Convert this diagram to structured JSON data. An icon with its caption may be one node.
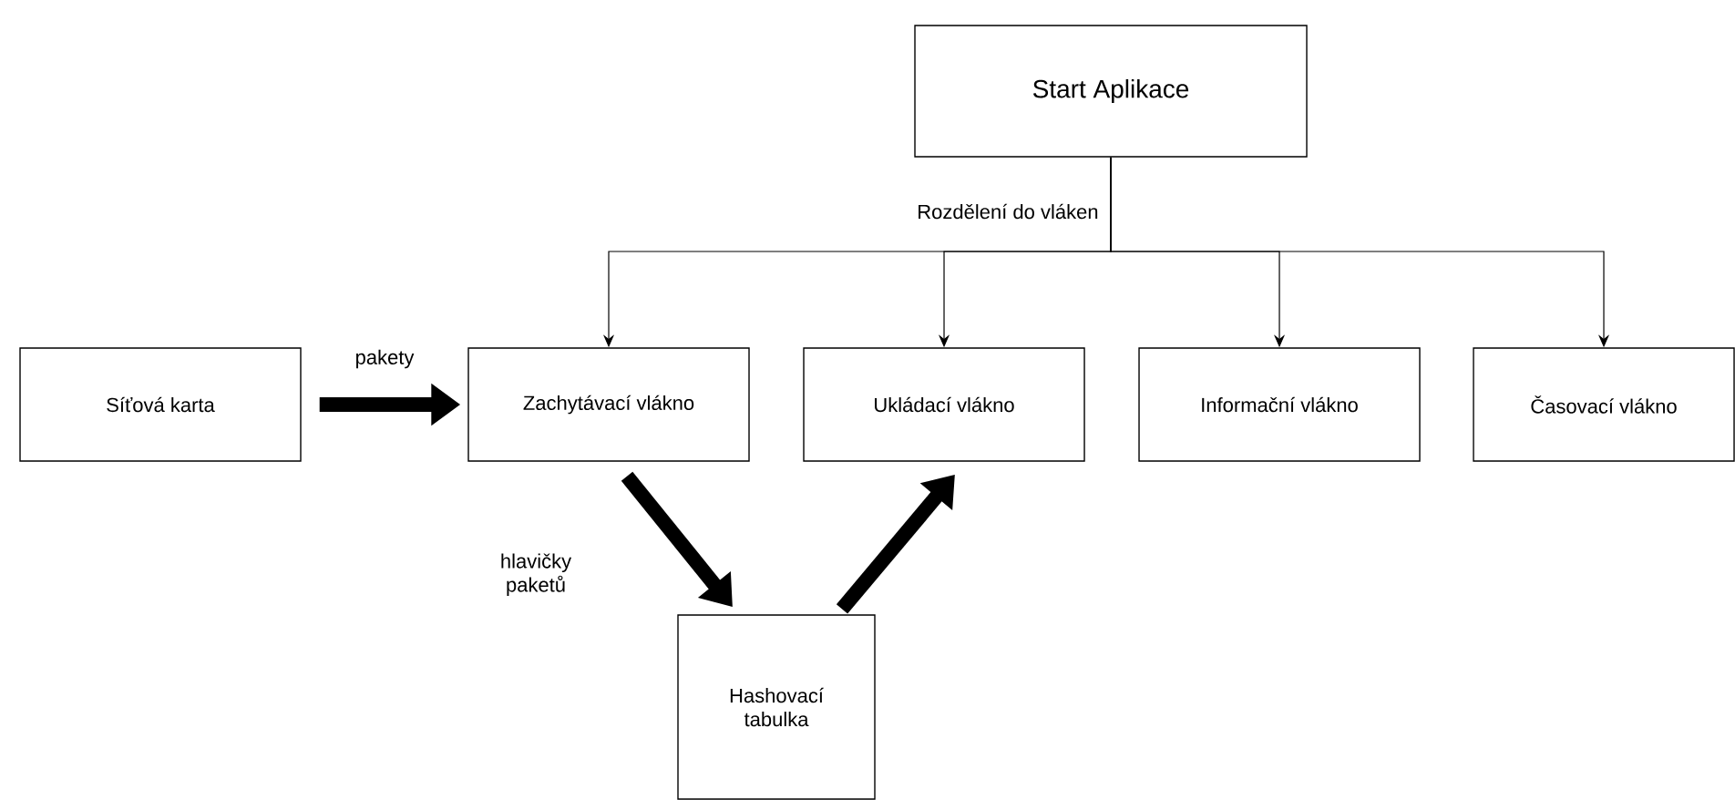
{
  "diagram": {
    "nodes": [
      {
        "text": [
          "Start Aplikace"
        ]
      },
      {
        "text": [
          "Zachytávací vlákno"
        ]
      },
      {
        "text": [
          "Ukládací vlákno"
        ]
      },
      {
        "text": [
          "Informační vlákno"
        ]
      },
      {
        "text": [
          "Časovací vlákno"
        ]
      },
      {
        "text": [
          "Síťová karta"
        ]
      },
      {
        "text": [
          "Hashovací tabulka"
        ]
      }
    ],
    "edges": [
      {
        "from": 0,
        "to": 1,
        "arrow": "to"
      },
      {
        "from": 0,
        "to": 2,
        "arrow": "to"
      },
      {
        "from": 0,
        "to": 3,
        "arrow": "to"
      },
      {
        "from": 0,
        "to": 4,
        "arrow": "to"
      },
      {
        "from": 5,
        "to": 1,
        "arrow": "to",
        "label": "pakety",
        "style": "thick"
      },
      {
        "from": 1,
        "to": 6,
        "arrow": "to",
        "label": "hlavičky paketů",
        "style": "thick"
      },
      {
        "from": 6,
        "to": 2,
        "arrow": "to",
        "style": "thick"
      }
    ],
    "labels": [
      "Rozdělení do vláken"
    ]
  }
}
